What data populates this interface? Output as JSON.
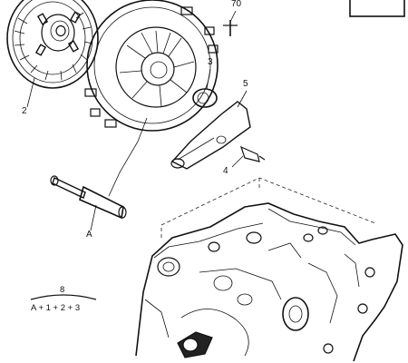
{
  "callouts": {
    "c70": "70",
    "c2": "2",
    "c3": "3",
    "c5": "5",
    "c4": "4",
    "cA": "A"
  },
  "formula": {
    "top": "8",
    "bottom": "A + 1 + 2 + 3"
  },
  "colors": {
    "line": "#111111",
    "background": "#ffffff"
  }
}
